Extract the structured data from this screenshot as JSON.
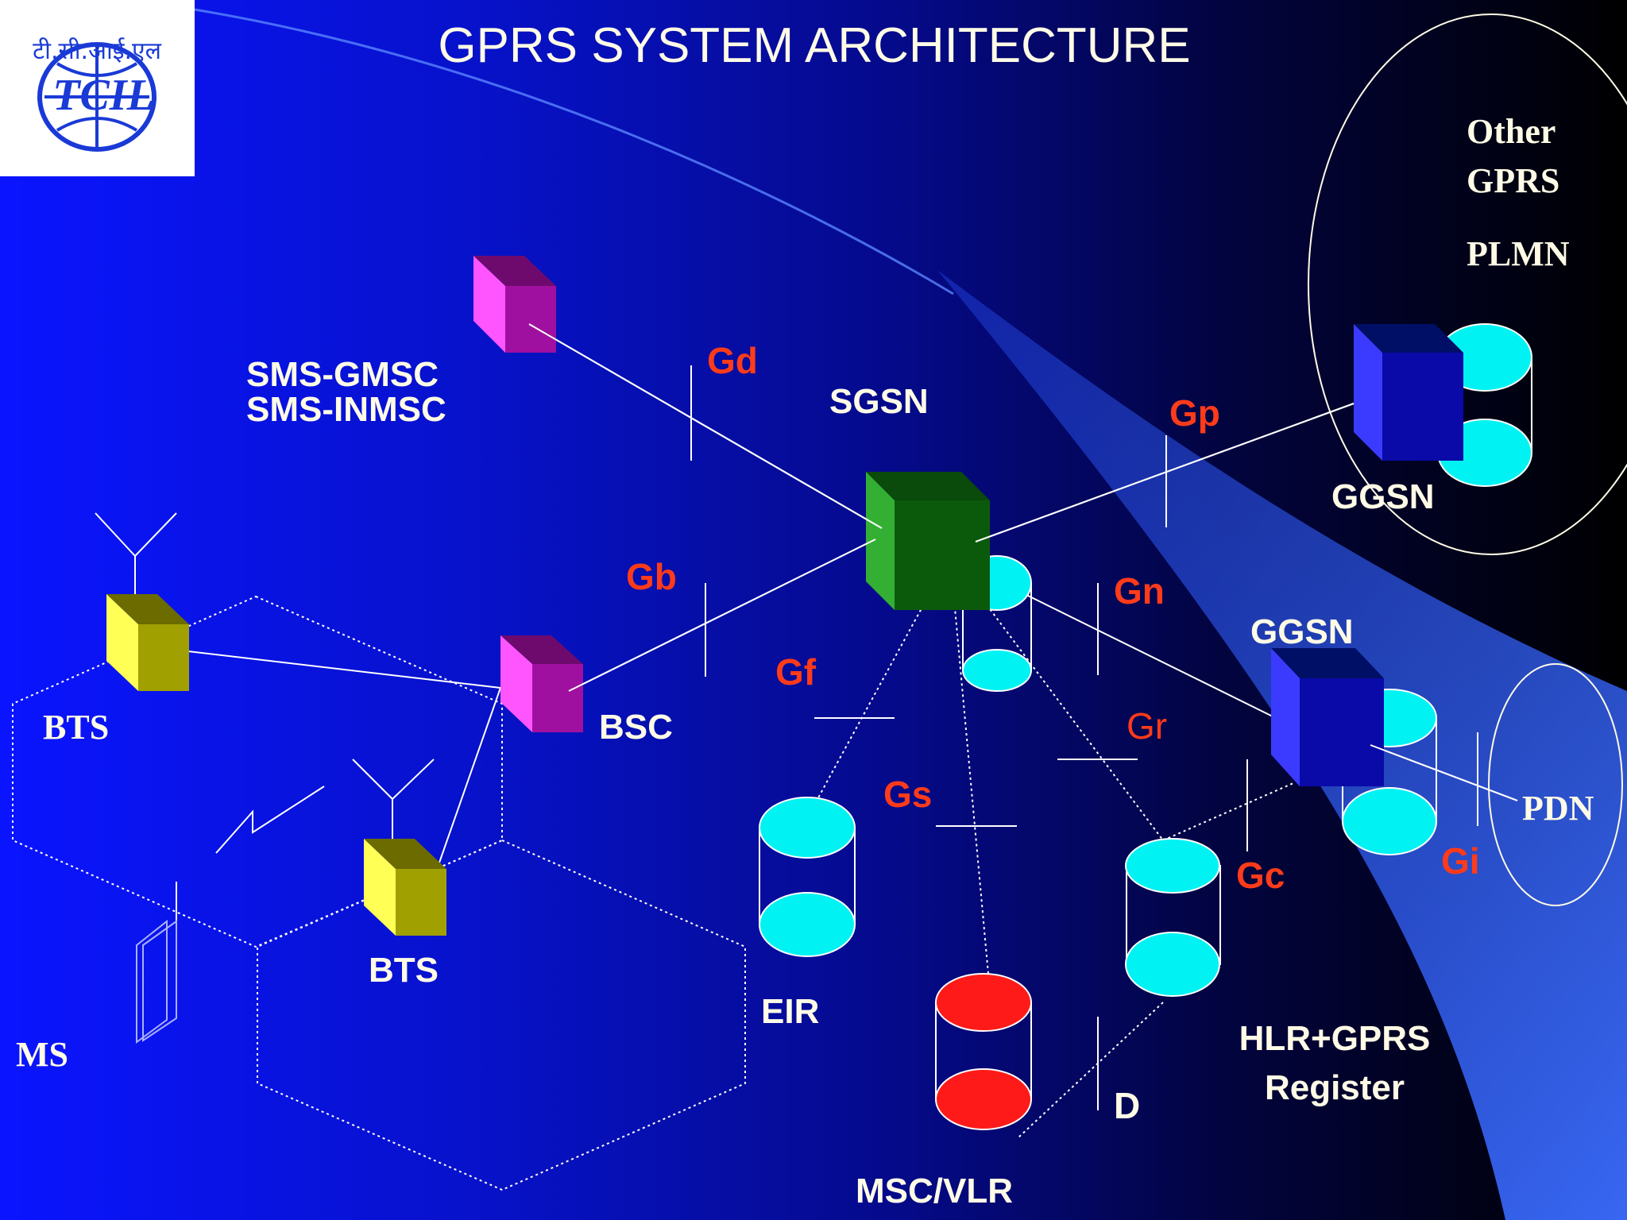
{
  "title": "GPRS SYSTEM ARCHITECTURE",
  "logo": {
    "text": "TCIL",
    "devanagari": "टी.सी.आई.एल"
  },
  "colors": {
    "interface": "#ff3b1a",
    "node_label": "#fffbe6",
    "accent_cyan": "#00f2f2"
  },
  "nodes": {
    "sms": "SMS-GMSC",
    "sms2": "SMS-INMSC",
    "sgsn": "SGSN",
    "bsc": "BSC",
    "bts1": "BTS",
    "bts2": "BTS",
    "ms": "MS",
    "eir": "EIR",
    "msc": "MSC/VLR",
    "hlr1": "HLR+GPRS",
    "hlr2": "Register",
    "ggsn1": "GGSN",
    "ggsn2": "GGSN",
    "pdn": "PDN",
    "plmn1": "Other",
    "plmn2": "GPRS",
    "plmn3": "PLMN"
  },
  "interfaces": {
    "gd": "Gd",
    "gb": "Gb",
    "gf": "Gf",
    "gs": "Gs",
    "gn": "Gn",
    "gr": "Gr",
    "gc": "Gc",
    "gp": "Gp",
    "gi": "Gi",
    "d": "D"
  }
}
